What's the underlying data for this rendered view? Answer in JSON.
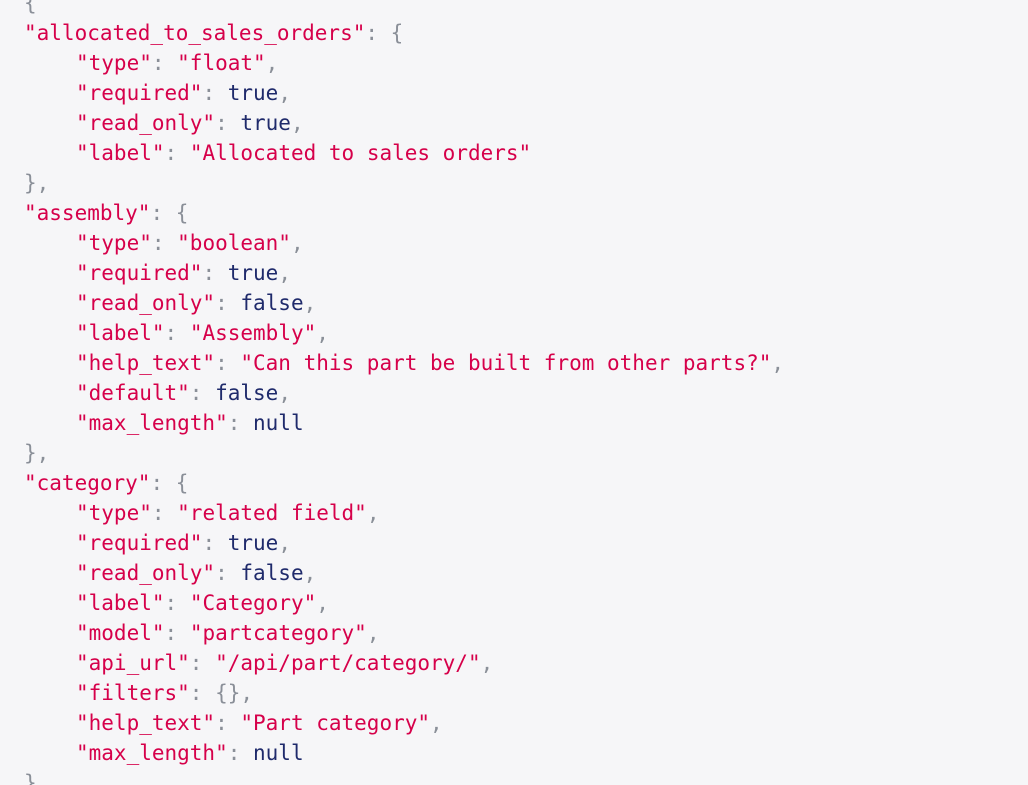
{
  "colors": {
    "background": "#f6f6f8",
    "key_string": "#d6004a",
    "punctuation": "#8a8f98",
    "literal": "#1f2a6b"
  },
  "lines": [
    {
      "indent": 0,
      "tokens": [
        {
          "t": "punc",
          "v": "{"
        }
      ]
    },
    {
      "indent": 0,
      "tokens": [
        {
          "t": "key",
          "v": "\"allocated_to_sales_orders\""
        },
        {
          "t": "punc",
          "v": ": {"
        }
      ]
    },
    {
      "indent": 1,
      "tokens": [
        {
          "t": "key",
          "v": "\"type\""
        },
        {
          "t": "punc",
          "v": ": "
        },
        {
          "t": "str",
          "v": "\"float\""
        },
        {
          "t": "punc",
          "v": ","
        }
      ]
    },
    {
      "indent": 1,
      "tokens": [
        {
          "t": "key",
          "v": "\"required\""
        },
        {
          "t": "punc",
          "v": ": "
        },
        {
          "t": "kw",
          "v": "true"
        },
        {
          "t": "punc",
          "v": ","
        }
      ]
    },
    {
      "indent": 1,
      "tokens": [
        {
          "t": "key",
          "v": "\"read_only\""
        },
        {
          "t": "punc",
          "v": ": "
        },
        {
          "t": "kw",
          "v": "true"
        },
        {
          "t": "punc",
          "v": ","
        }
      ]
    },
    {
      "indent": 1,
      "tokens": [
        {
          "t": "key",
          "v": "\"label\""
        },
        {
          "t": "punc",
          "v": ": "
        },
        {
          "t": "str",
          "v": "\"Allocated to sales orders\""
        }
      ]
    },
    {
      "indent": 0,
      "tokens": [
        {
          "t": "punc",
          "v": "},"
        }
      ]
    },
    {
      "indent": 0,
      "tokens": [
        {
          "t": "key",
          "v": "\"assembly\""
        },
        {
          "t": "punc",
          "v": ": {"
        }
      ]
    },
    {
      "indent": 1,
      "tokens": [
        {
          "t": "key",
          "v": "\"type\""
        },
        {
          "t": "punc",
          "v": ": "
        },
        {
          "t": "str",
          "v": "\"boolean\""
        },
        {
          "t": "punc",
          "v": ","
        }
      ]
    },
    {
      "indent": 1,
      "tokens": [
        {
          "t": "key",
          "v": "\"required\""
        },
        {
          "t": "punc",
          "v": ": "
        },
        {
          "t": "kw",
          "v": "true"
        },
        {
          "t": "punc",
          "v": ","
        }
      ]
    },
    {
      "indent": 1,
      "tokens": [
        {
          "t": "key",
          "v": "\"read_only\""
        },
        {
          "t": "punc",
          "v": ": "
        },
        {
          "t": "kw",
          "v": "false"
        },
        {
          "t": "punc",
          "v": ","
        }
      ]
    },
    {
      "indent": 1,
      "tokens": [
        {
          "t": "key",
          "v": "\"label\""
        },
        {
          "t": "punc",
          "v": ": "
        },
        {
          "t": "str",
          "v": "\"Assembly\""
        },
        {
          "t": "punc",
          "v": ","
        }
      ]
    },
    {
      "indent": 1,
      "tokens": [
        {
          "t": "key",
          "v": "\"help_text\""
        },
        {
          "t": "punc",
          "v": ": "
        },
        {
          "t": "str",
          "v": "\"Can this part be built from other parts?\""
        },
        {
          "t": "punc",
          "v": ","
        }
      ]
    },
    {
      "indent": 1,
      "tokens": [
        {
          "t": "key",
          "v": "\"default\""
        },
        {
          "t": "punc",
          "v": ": "
        },
        {
          "t": "kw",
          "v": "false"
        },
        {
          "t": "punc",
          "v": ","
        }
      ]
    },
    {
      "indent": 1,
      "tokens": [
        {
          "t": "key",
          "v": "\"max_length\""
        },
        {
          "t": "punc",
          "v": ": "
        },
        {
          "t": "kw",
          "v": "null"
        }
      ]
    },
    {
      "indent": 0,
      "tokens": [
        {
          "t": "punc",
          "v": "},"
        }
      ]
    },
    {
      "indent": 0,
      "tokens": [
        {
          "t": "key",
          "v": "\"category\""
        },
        {
          "t": "punc",
          "v": ": {"
        }
      ]
    },
    {
      "indent": 1,
      "tokens": [
        {
          "t": "key",
          "v": "\"type\""
        },
        {
          "t": "punc",
          "v": ": "
        },
        {
          "t": "str",
          "v": "\"related field\""
        },
        {
          "t": "punc",
          "v": ","
        }
      ]
    },
    {
      "indent": 1,
      "tokens": [
        {
          "t": "key",
          "v": "\"required\""
        },
        {
          "t": "punc",
          "v": ": "
        },
        {
          "t": "kw",
          "v": "true"
        },
        {
          "t": "punc",
          "v": ","
        }
      ]
    },
    {
      "indent": 1,
      "tokens": [
        {
          "t": "key",
          "v": "\"read_only\""
        },
        {
          "t": "punc",
          "v": ": "
        },
        {
          "t": "kw",
          "v": "false"
        },
        {
          "t": "punc",
          "v": ","
        }
      ]
    },
    {
      "indent": 1,
      "tokens": [
        {
          "t": "key",
          "v": "\"label\""
        },
        {
          "t": "punc",
          "v": ": "
        },
        {
          "t": "str",
          "v": "\"Category\""
        },
        {
          "t": "punc",
          "v": ","
        }
      ]
    },
    {
      "indent": 1,
      "tokens": [
        {
          "t": "key",
          "v": "\"model\""
        },
        {
          "t": "punc",
          "v": ": "
        },
        {
          "t": "str",
          "v": "\"partcategory\""
        },
        {
          "t": "punc",
          "v": ","
        }
      ]
    },
    {
      "indent": 1,
      "tokens": [
        {
          "t": "key",
          "v": "\"api_url\""
        },
        {
          "t": "punc",
          "v": ": "
        },
        {
          "t": "str",
          "v": "\"/api/part/category/\""
        },
        {
          "t": "punc",
          "v": ","
        }
      ]
    },
    {
      "indent": 1,
      "tokens": [
        {
          "t": "key",
          "v": "\"filters\""
        },
        {
          "t": "punc",
          "v": ": {},"
        }
      ]
    },
    {
      "indent": 1,
      "tokens": [
        {
          "t": "key",
          "v": "\"help_text\""
        },
        {
          "t": "punc",
          "v": ": "
        },
        {
          "t": "str",
          "v": "\"Part category\""
        },
        {
          "t": "punc",
          "v": ","
        }
      ]
    },
    {
      "indent": 1,
      "tokens": [
        {
          "t": "key",
          "v": "\"max_length\""
        },
        {
          "t": "punc",
          "v": ": "
        },
        {
          "t": "kw",
          "v": "null"
        }
      ]
    },
    {
      "indent": 0,
      "tokens": [
        {
          "t": "punc",
          "v": "},"
        }
      ]
    }
  ]
}
